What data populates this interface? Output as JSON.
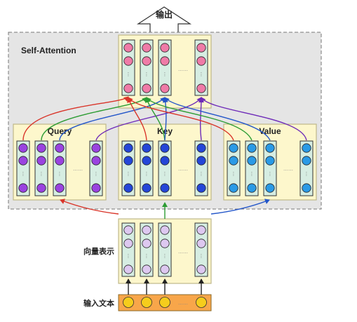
{
  "labels": {
    "output": "输出",
    "self_attention": "Self-Attention",
    "query": "Query",
    "key": "Key",
    "value": "Value",
    "vector_repr": "向量表示",
    "input_text": "输入文本",
    "dots": "……",
    "vdots": "⋮"
  },
  "colors": {
    "panel_fill": "#fdf7cc",
    "panel_stroke": "#bfb88a",
    "column_fill": "#d6ede2",
    "column_stroke": "#333333",
    "output_circle": "#ef7ba7",
    "query_circle": "#9a43e0",
    "key_circle": "#2446d8",
    "value_circle": "#2a9ae6",
    "vector_circle": "#ddc8f0",
    "input_circle": "#f6cd1c",
    "input_bar": "#f8a64a",
    "attention_box_fill": "#e5e5e5",
    "arrow_red": "#d9352a",
    "arrow_green": "#2c9c33",
    "arrow_blue": "#2356c9",
    "arrow_purple": "#6e2bb8",
    "arrow_black": "#222222"
  }
}
